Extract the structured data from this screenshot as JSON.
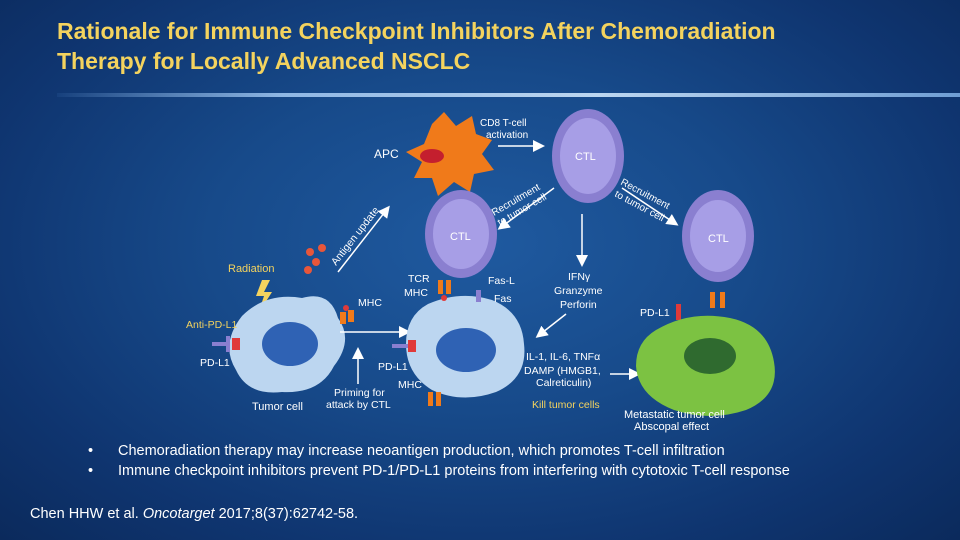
{
  "title": {
    "line1": "Rationale for Immune Checkpoint Inhibitors After Chemoradiation",
    "line2": "Therapy for Locally Advanced NSCLC"
  },
  "diagram": {
    "labels": {
      "apc": "APC",
      "cd8_line1": "CD8 T-cell",
      "cd8_line2": "activation",
      "ctl": "CTL",
      "antigen_update": "Antigen update",
      "recruitment_left_1": "Recruitment",
      "recruitment_left_2": "to tumor cell",
      "recruitment_right_1": "Recruitment",
      "recruitment_right_2": "to tumor cell",
      "radiation": "Radiation",
      "anti_pd_l1": "Anti-PD-L1",
      "pd_l1": "PD-L1",
      "mhc": "MHC",
      "tcr": "TCR",
      "fas_l": "Fas-L",
      "fas": "Fas",
      "ifng": "IFNγ",
      "granzyme": "Granzyme",
      "perforin": "Perforin",
      "priming_1": "Priming for",
      "priming_2": "attack by CTL",
      "tumor_cell": "Tumor cell",
      "cytokines_1": "IL-1, IL-6, TNFα",
      "cytokines_2": "DAMP (HMGB1,",
      "cytokines_3": "Calreticulin)",
      "kill_tumor_cells": "Kill tumor cells",
      "metastatic_1": "Metastatic tumor cell",
      "metastatic_2": "Abscopal effect"
    },
    "colors": {
      "apc": "#f07a1a",
      "ctl": "#8a7fd0",
      "tumor": "#bcd6f0",
      "nucleus": "#2f62b4",
      "metastatic": "#7cc242",
      "accent_yellow": "#f4d35e",
      "receptor_red": "#e03a3a"
    }
  },
  "bullets": [
    {
      "marker": "•",
      "text": "Chemoradiation therapy may increase neoantigen production, which promotes T-cell infiltration"
    },
    {
      "marker": "•",
      "text": "Immune checkpoint inhibitors prevent PD-1/PD-L1 proteins from interfering with cytotoxic T-cell response"
    }
  ],
  "citation": {
    "authors": "Chen HHW et al.",
    "journal": "Oncotarget",
    "rest": "2017;8(37):62742-58."
  }
}
